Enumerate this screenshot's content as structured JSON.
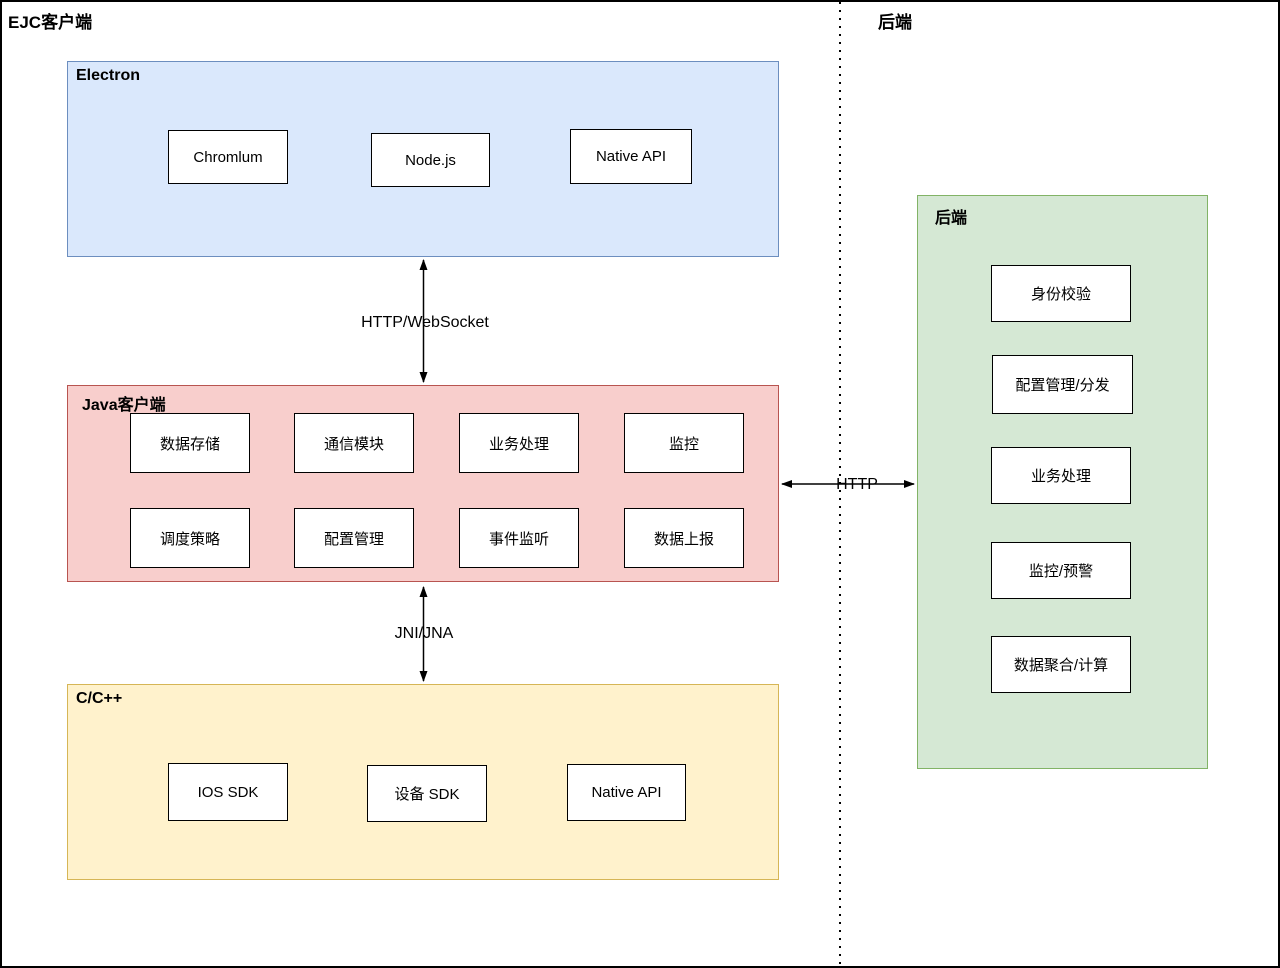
{
  "regions": {
    "left_title": "EJC客户端",
    "right_title": "后端"
  },
  "colors": {
    "electron_fill": "#dae8fc",
    "electron_stroke": "#6c8ebf",
    "java_client_fill": "#f8cecc",
    "java_client_stroke": "#b85450",
    "c_cpp_fill": "#fff2cc",
    "c_cpp_stroke": "#d6b656",
    "backend_fill": "#d5e8d4",
    "backend_stroke": "#82b366",
    "node_fill": "#ffffff",
    "node_stroke": "#000000",
    "connector": "#000000"
  },
  "groups": {
    "electron": {
      "title": "Electron",
      "nodes": [
        "Chromlum",
        "Node.js",
        "Native API"
      ]
    },
    "java_client": {
      "title": "Java客户端",
      "nodes_row1": [
        "数据存储",
        "通信模块",
        "业务处理",
        "监控"
      ],
      "nodes_row2": [
        "调度策略",
        "配置管理",
        "事件监听",
        "数据上报"
      ]
    },
    "c_cpp": {
      "title": "C/C++",
      "nodes": [
        "IOS SDK",
        "设备 SDK",
        "Native API"
      ]
    },
    "backend": {
      "title": "后端",
      "nodes": [
        "身份校验",
        "配置管理/分发",
        "业务处理",
        "监控/预警",
        "数据聚合/计算"
      ]
    }
  },
  "connections": {
    "electron_java": {
      "label": "HTTP/WebSocket",
      "type": "bidirectional-vertical"
    },
    "java_ccpp": {
      "label": "JNI/JNA",
      "type": "bidirectional-vertical"
    },
    "java_backend": {
      "label": "HTTP",
      "type": "bidirectional-horizontal"
    }
  }
}
